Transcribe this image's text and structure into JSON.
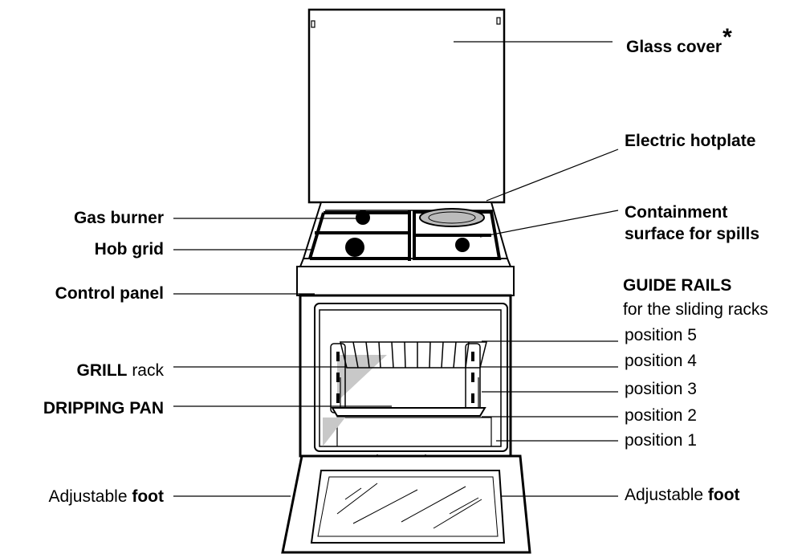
{
  "labels": {
    "glass_cover": "Glass cover",
    "glass_cover_mark": "*",
    "electric_hotplate": "Electric hotplate",
    "containment_line1": "Containment",
    "containment_line2": "surface for spills",
    "gas_burner": "Gas burner",
    "hob_grid": "Hob grid",
    "control_panel": "Control panel",
    "guide_rails_title": "GUIDE RAILS",
    "guide_rails_sub": "for the sliding racks",
    "grill_rack_bold": "GRILL",
    "grill_rack_rest": " rack",
    "dripping_pan": "DRIPPING PAN",
    "adjustable": "Adjustable ",
    "foot": "foot",
    "positions": [
      "position 5",
      "position 4",
      "position 3",
      "position 2",
      "position 1"
    ]
  },
  "colors": {
    "line": "#000000",
    "shade": "#c8c8c8",
    "background": "#ffffff"
  }
}
